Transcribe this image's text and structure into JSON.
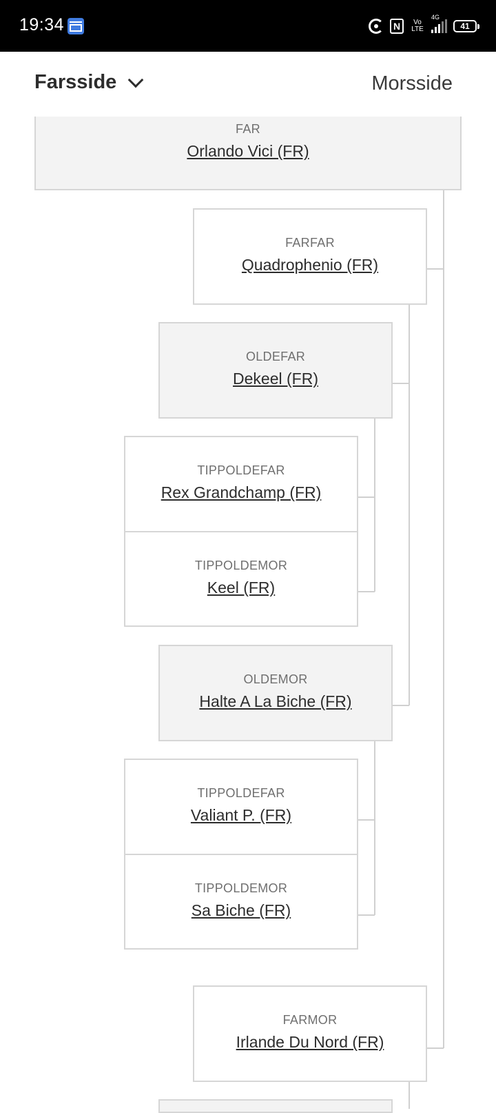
{
  "status_bar": {
    "time": "19:34",
    "volte": "Vo LTE",
    "network": "4G",
    "battery": "41",
    "icons": [
      "calendar-icon",
      "hotspot-icon",
      "nfc-icon",
      "volte-icon",
      "signal-icon",
      "battery-icon"
    ]
  },
  "header": {
    "left_tab": "Farsside",
    "right_tab": "Morsside"
  },
  "pedigree": [
    {
      "role": "FAR",
      "name": "Orlando Vici (FR)"
    },
    {
      "role": "FARFAR",
      "name": "Quadrophenio (FR)"
    },
    {
      "role": "OLDEFAR",
      "name": "Dekeel (FR)"
    },
    {
      "role": "TIPPOLDEFAR",
      "name": "Rex Grandchamp (FR)"
    },
    {
      "role": "TIPPOLDEMOR",
      "name": "Keel (FR)"
    },
    {
      "role": "OLDEMOR",
      "name": "Halte A La Biche (FR)"
    },
    {
      "role": "TIPPOLDEFAR",
      "name": "Valiant P. (FR)"
    },
    {
      "role": "TIPPOLDEMOR",
      "name": "Sa Biche (FR)"
    },
    {
      "role": "FARMOR",
      "name": "Irlande Du Nord (FR)"
    }
  ],
  "colors": {
    "status_bg": "#000000",
    "box_border": "#d6d6d6",
    "box_shaded": "#f3f3f3",
    "connector": "#d0d0d0",
    "calendar_icon": "#3f7be0"
  }
}
